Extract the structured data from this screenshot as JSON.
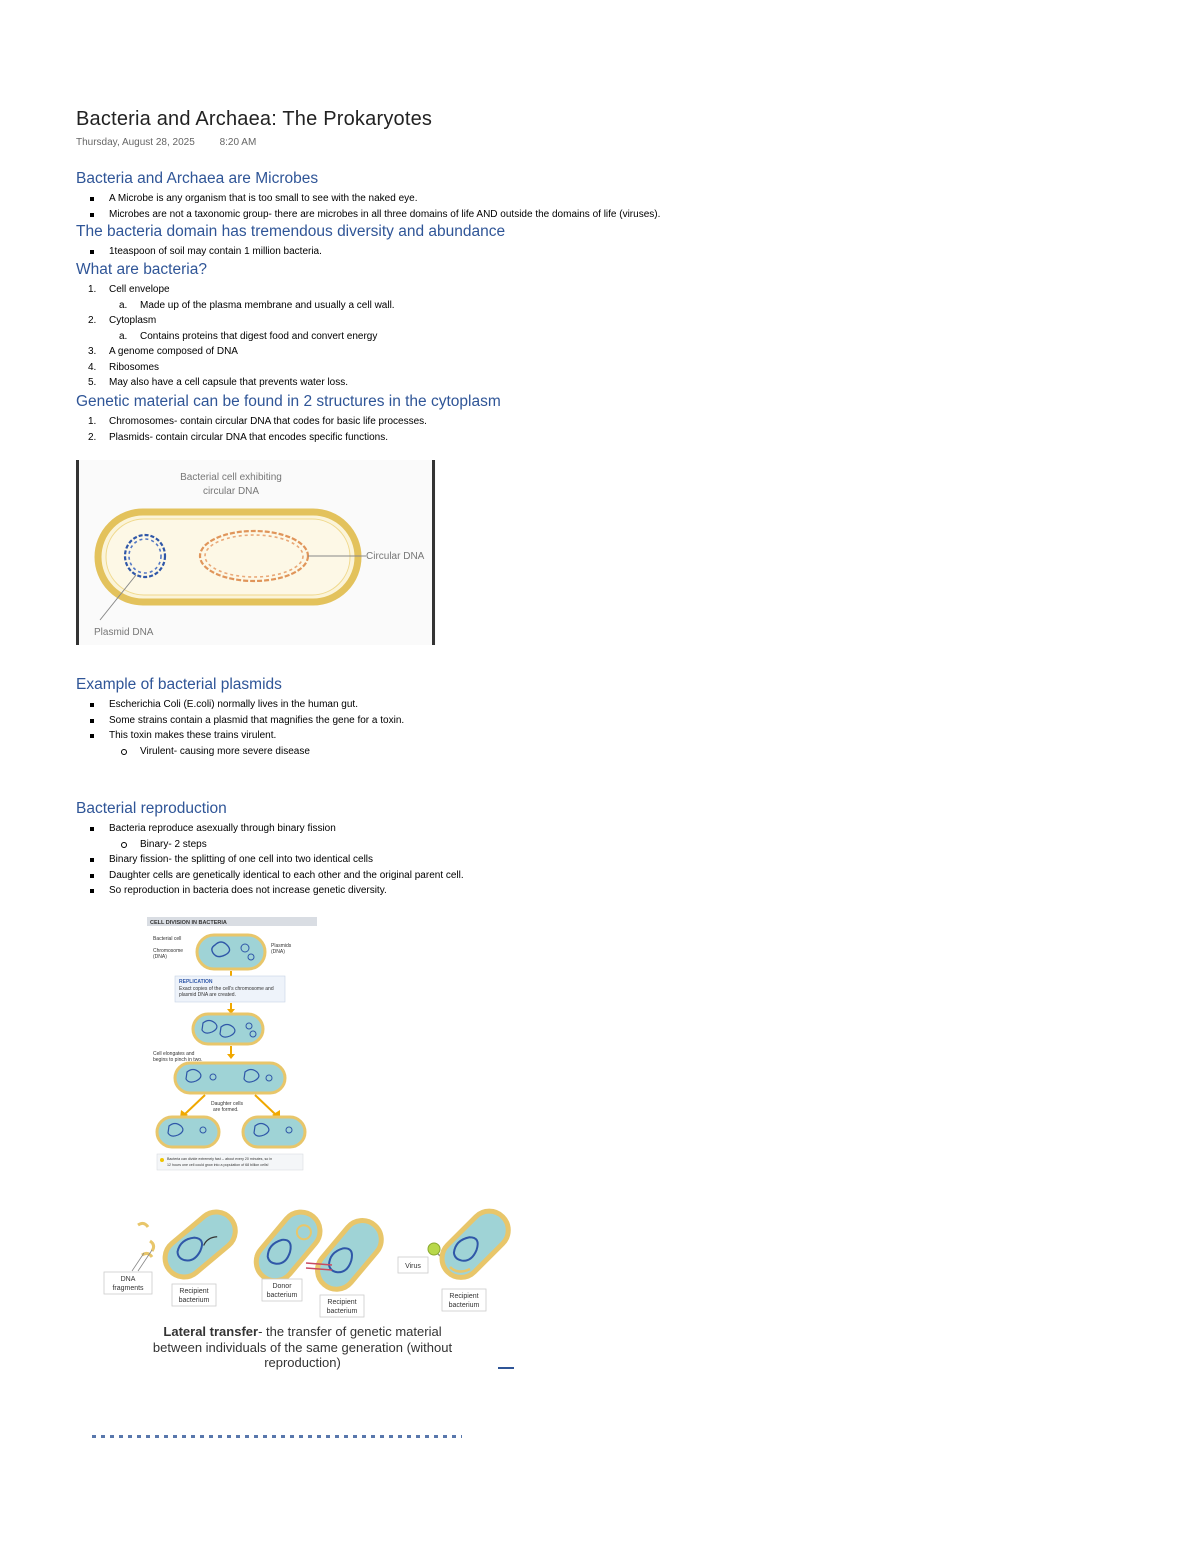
{
  "page": {
    "title": "Bacteria and Archaea: The Prokaryotes",
    "date": "Thursday, August 28, 2025",
    "time": "8:20 AM"
  },
  "sections": {
    "microbes": {
      "heading": "Bacteria and Archaea are Microbes",
      "items": [
        "A Microbe is any organism that is too small to see with the naked eye.",
        "Microbes are not a taxonomic group- there are microbes in all three domains of life AND outside the domains of life (viruses)."
      ]
    },
    "diversity": {
      "heading": "The bacteria domain has tremendous diversity and abundance",
      "items": [
        "1teaspoon of soil may contain 1 million bacteria."
      ]
    },
    "what": {
      "heading": "What are bacteria?",
      "items": [
        {
          "marker": "1.",
          "text": "Cell envelope"
        },
        {
          "marker": "a.",
          "text": "Made up of the plasma membrane and usually a cell wall."
        },
        {
          "marker": "2.",
          "text": "Cytoplasm"
        },
        {
          "marker": "a.",
          "text": "Contains proteins that digest food and convert energy"
        },
        {
          "marker": "3.",
          "text": "A genome composed of DNA"
        },
        {
          "marker": "4.",
          "text": "Ribosomes"
        },
        {
          "marker": "5.",
          "text": "May also have a cell capsule that prevents water loss."
        }
      ]
    },
    "genetic": {
      "heading": "Genetic material can be found in 2 structures in the cytoplasm",
      "items": [
        {
          "marker": "1.",
          "text": "Chromosomes- contain circular DNA that codes for basic life processes."
        },
        {
          "marker": "2.",
          "text": "Plasmids- contain circular DNA that encodes specific functions."
        }
      ]
    },
    "plasmid_examples": {
      "heading": "Example of bacterial plasmids",
      "items": [
        "Escherichia Coli (E.coli) normally lives in the human gut.",
        "Some strains contain a plasmid that magnifies the gene for a toxin.",
        "This toxin makes these trains virulent.",
        "Virulent- causing more severe disease"
      ]
    },
    "reproduction": {
      "heading": "Bacterial reproduction",
      "items": [
        "Bacteria reproduce asexually through binary fission",
        "Binary- 2 steps",
        "Binary fission- the splitting of one cell into two identical cells",
        "Daughter cells are genetically identical to each other and the original parent cell.",
        "So reproduction in bacteria does not increase genetic diversity."
      ]
    }
  },
  "figure1": {
    "title_line1": "Bacterial cell exhibiting",
    "title_line2": "circular DNA",
    "label_circular": "Circular DNA",
    "label_plasmid": "Plasmid DNA"
  },
  "figure2": {
    "header": "CELL DIVISION IN BACTERIA",
    "bacterial_cell": "Bacterial cell",
    "chromosome_line1": "Chromosome",
    "chromosome_line2": "(DNA)",
    "plasmids_line1": "Plasmids",
    "plasmids_line2": "(DNA)",
    "replication_title": "REPLICATION",
    "replication_line1": "Exact copies of the cell's chromosome and",
    "replication_line2": "plasmid DNA are created.",
    "elongates_line1": "Cell elongates and",
    "elongates_line2": "begins to pinch in two.",
    "daughter_line1": "Daughter cells",
    "daughter_line2": "are formed.",
    "note_line1": "Bacteria can divide extremely fast -- about every 20 minutes, so in",
    "note_line2": "12 hours one cell could grow into a population of 68 billion cells!"
  },
  "figure3": {
    "dna_fragments_line1": "DNA",
    "dna_fragments_line2": "fragments",
    "recipient_line1": "Recipient",
    "recipient_line2": "bacterium",
    "donor_line1": "Donor",
    "donor_line2": "bacterium",
    "virus": "Virus",
    "caption_bold": "Lateral transfer",
    "caption_line1": "- the transfer of genetic material",
    "caption_line2": "between individuals of the same generation (without",
    "caption_line3": "reproduction)"
  },
  "colors": {
    "heading": "#2f5597",
    "cell_fill": "#9fd3d6",
    "cell_wall": "#e8c66a",
    "arrow": "#f0a800",
    "dna_blue": "#2f57a8",
    "dna_orange": "#e0955a"
  }
}
